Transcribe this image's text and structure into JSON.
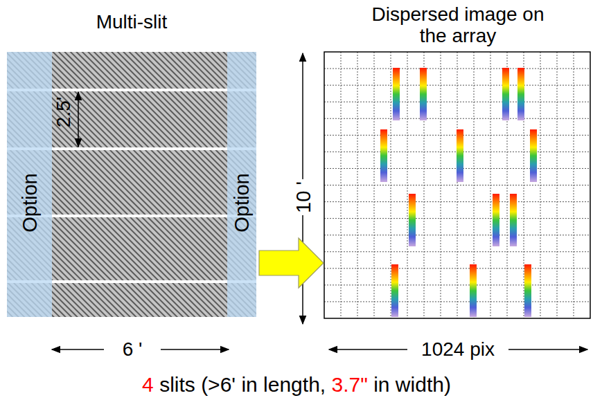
{
  "diagram": {
    "caption": "4 slits (>6' in length, 3.7\" in width)",
    "nodes": [
      {
        "text": [
          "Multi-slit"
        ]
      },
      {
        "text": [
          "Option"
        ],
        "in": 0
      },
      {
        "text": [
          "Option"
        ],
        "in": 0
      },
      {
        "text": [
          "Dispersed image on the array"
        ]
      }
    ],
    "edges": [
      {
        "from": 0,
        "to": 3,
        "arrow": "to"
      }
    ],
    "labels": [
      "2.5'",
      "10 '",
      "6 '",
      "1024 pix"
    ]
  }
}
